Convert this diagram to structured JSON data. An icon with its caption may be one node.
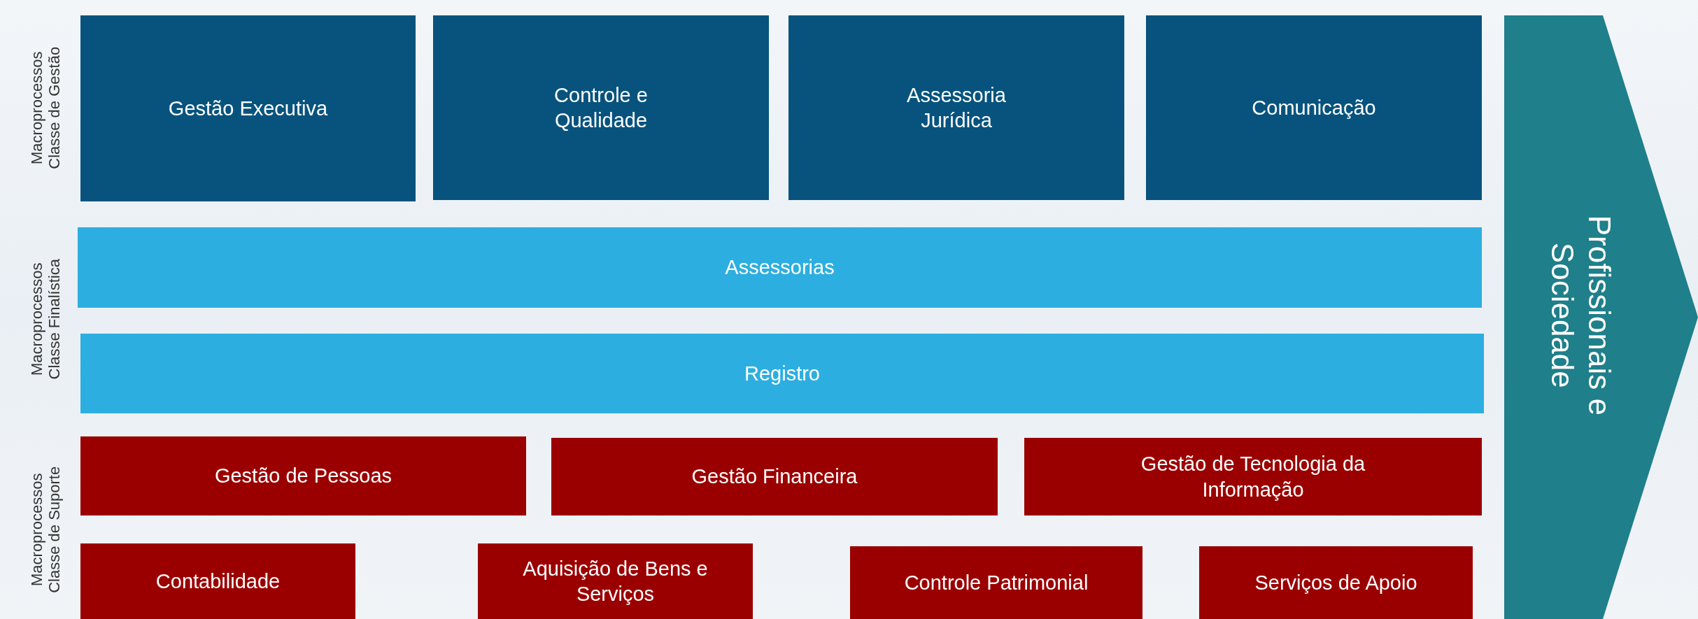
{
  "diagram": {
    "nodes": [
      {
        "text": [
          "Gestão Executiva"
        ]
      },
      {
        "text": [
          "Controle e Qualidade"
        ]
      },
      {
        "text": [
          "Assessoria Jurídica"
        ]
      },
      {
        "text": [
          "Comunicação"
        ]
      },
      {
        "text": [
          "Assessorias"
        ]
      },
      {
        "text": [
          "Registro"
        ]
      },
      {
        "text": [
          "Gestão de Pessoas"
        ]
      },
      {
        "text": [
          "Gestão Financeira"
        ]
      },
      {
        "text": [
          "Gestão de Tecnologia da Informação"
        ]
      },
      {
        "text": [
          "Contabilidade"
        ]
      },
      {
        "text": [
          "Aquisição de Bens e Serviços"
        ]
      },
      {
        "text": [
          "Controle Patrimonial"
        ]
      },
      {
        "text": [
          "Serviços de Apoio"
        ]
      },
      {
        "text": [
          "Profissionais e Sociedade"
        ]
      }
    ],
    "labels": [
      "Macroprocessos Classe de Gestão",
      "Macroprocessos Classe Finalística",
      "Macroprocessos Classe de Suporte"
    ]
  }
}
